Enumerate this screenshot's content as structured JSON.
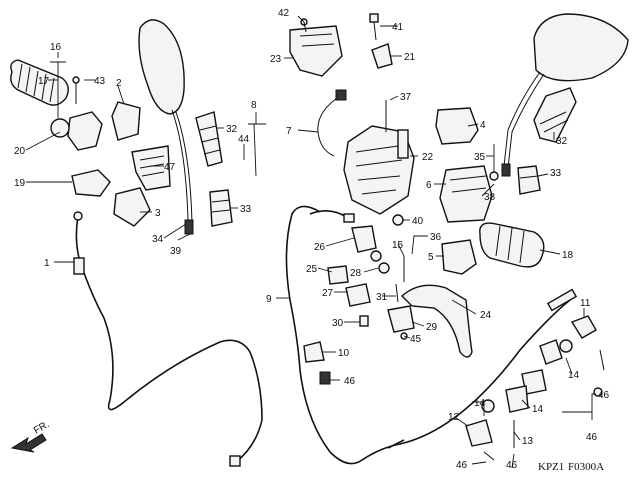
{
  "callouts": [
    {
      "id": "c1",
      "text": "1"
    },
    {
      "id": "c2",
      "text": "2"
    },
    {
      "id": "c3",
      "text": "3"
    },
    {
      "id": "c4",
      "text": "4"
    },
    {
      "id": "c5",
      "text": "5"
    },
    {
      "id": "c6",
      "text": "6"
    },
    {
      "id": "c7",
      "text": "7"
    },
    {
      "id": "c8",
      "text": "8"
    },
    {
      "id": "c9",
      "text": "9"
    },
    {
      "id": "c10",
      "text": "10"
    },
    {
      "id": "c11",
      "text": "11"
    },
    {
      "id": "c12",
      "text": "12"
    },
    {
      "id": "c13",
      "text": "13"
    },
    {
      "id": "c14a",
      "text": "14"
    },
    {
      "id": "c14b",
      "text": "14"
    },
    {
      "id": "c14c",
      "text": "14"
    },
    {
      "id": "c15",
      "text": "15"
    },
    {
      "id": "c16",
      "text": "16"
    },
    {
      "id": "c17",
      "text": "17"
    },
    {
      "id": "c18",
      "text": "18"
    },
    {
      "id": "c19",
      "text": "19"
    },
    {
      "id": "c20",
      "text": "20"
    },
    {
      "id": "c21",
      "text": "21"
    },
    {
      "id": "c22",
      "text": "22"
    },
    {
      "id": "c23",
      "text": "23"
    },
    {
      "id": "c24",
      "text": "24"
    },
    {
      "id": "c25",
      "text": "25"
    },
    {
      "id": "c26",
      "text": "26"
    },
    {
      "id": "c27",
      "text": "27"
    },
    {
      "id": "c28",
      "text": "28"
    },
    {
      "id": "c29",
      "text": "29"
    },
    {
      "id": "c30",
      "text": "30"
    },
    {
      "id": "c31",
      "text": "31"
    },
    {
      "id": "c32a",
      "text": "32"
    },
    {
      "id": "c32b",
      "text": "32"
    },
    {
      "id": "c33a",
      "text": "33"
    },
    {
      "id": "c33b",
      "text": "33"
    },
    {
      "id": "c34",
      "text": "34"
    },
    {
      "id": "c35",
      "text": "35"
    },
    {
      "id": "c36",
      "text": "36"
    },
    {
      "id": "c37",
      "text": "37"
    },
    {
      "id": "c38",
      "text": "38"
    },
    {
      "id": "c39",
      "text": "39"
    },
    {
      "id": "c40",
      "text": "40"
    },
    {
      "id": "c41",
      "text": "41"
    },
    {
      "id": "c42",
      "text": "42"
    },
    {
      "id": "c43",
      "text": "43"
    },
    {
      "id": "c44",
      "text": "44"
    },
    {
      "id": "c45",
      "text": "45"
    },
    {
      "id": "c46a",
      "text": "46"
    },
    {
      "id": "c46b",
      "text": "46"
    },
    {
      "id": "c46c",
      "text": "46"
    },
    {
      "id": "c46d",
      "text": "46"
    },
    {
      "id": "c46e",
      "text": "46"
    },
    {
      "id": "c47",
      "text": "47"
    }
  ],
  "front_marker": "FR.",
  "model_code": "KPZ1",
  "figure_code": "F0300A"
}
